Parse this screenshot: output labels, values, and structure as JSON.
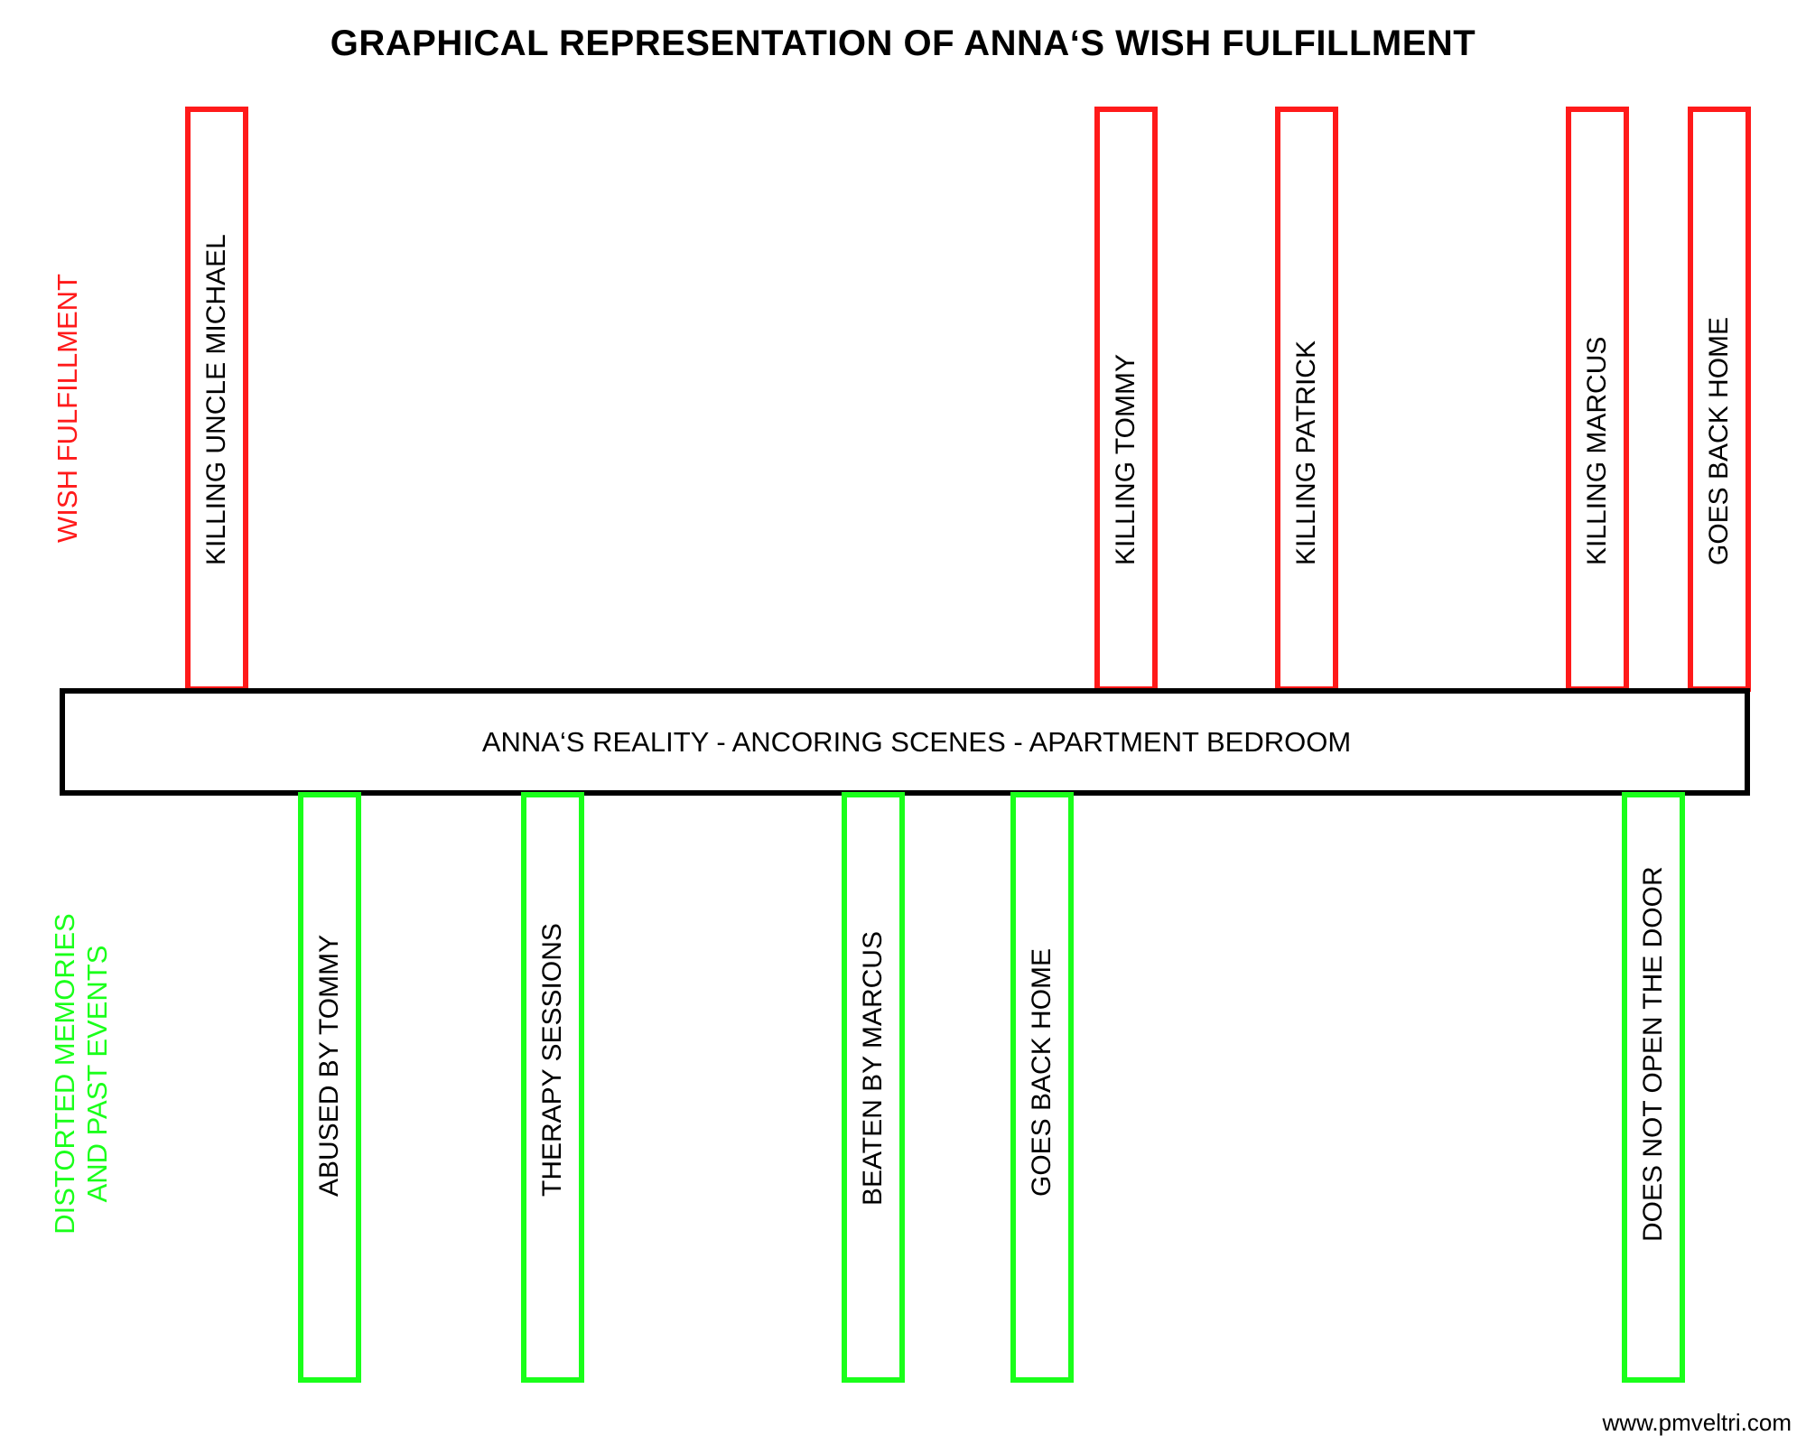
{
  "title": "GRAPHICAL REPRESENTATION OF ANNA‘S WISH FULFILLMENT",
  "labels": {
    "wish": "WISH FULFILLMENT",
    "memories_line1": "DISTORTED MEMORIES",
    "memories_line2": "AND PAST EVENTS"
  },
  "reality": "ANNA‘S REALITY - ANCORING SCENES - APARTMENT BEDROOM",
  "wish_events": [
    "KILLING UNCLE MICHAEL",
    "KILLING TOMMY",
    "KILLING PATRICK",
    "KILLING MARCUS",
    "GOES BACK HOME"
  ],
  "memory_events": [
    "ABUSED BY TOMMY",
    "THERAPY SESSIONS",
    "BEATEN BY MARCUS",
    "GOES BACK HOME",
    "DOES NOT OPEN THE DOOR"
  ],
  "footer": "www.pmveltri.com",
  "colors": {
    "wish": "#ff1a1a",
    "memories": "#1aff1a",
    "reality_border": "#000000"
  }
}
